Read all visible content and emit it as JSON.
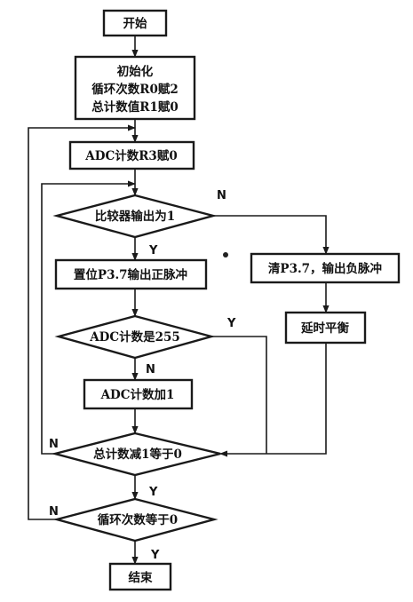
{
  "flowchart": {
    "start": "开始",
    "init": [
      "初始化",
      "循环次数R0赋2",
      "总计数值R1赋0"
    ],
    "adc_reset": "ADC计数R3赋0",
    "compare": "比较器输出为1",
    "set_pulse": "置位P3.7输出正脉冲",
    "clear_pulse": "清P3.7，输出负脉冲",
    "delay": "延时平衡",
    "adc_check": "ADC计数是255",
    "adc_inc": "ADC计数加1",
    "total_dec": "总计数减1等于0",
    "loop_check": "循环次数等于0",
    "end": "结束",
    "labels": {
      "yes": "Y",
      "no": "N"
    }
  }
}
